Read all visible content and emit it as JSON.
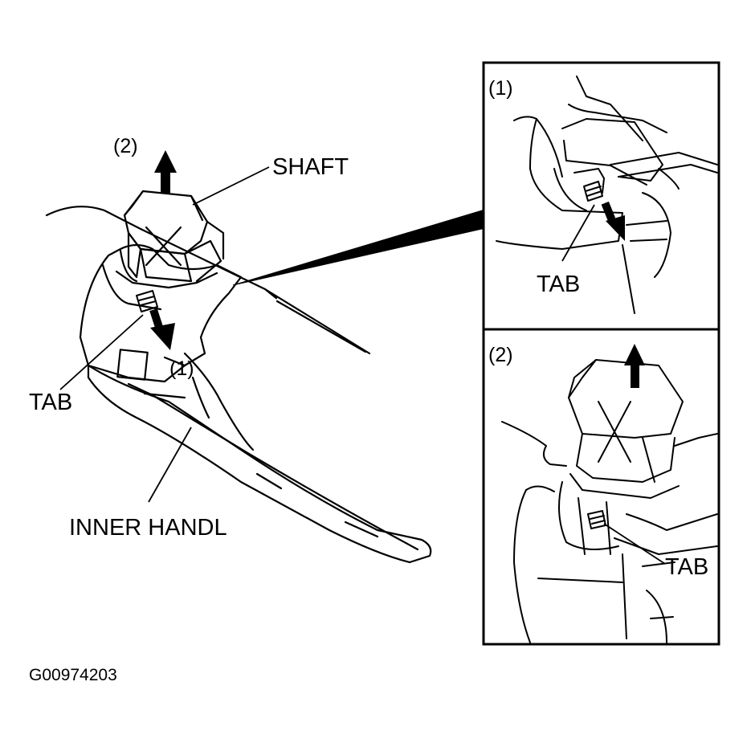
{
  "labels": {
    "shaft": "SHAFT",
    "tab_main": "TAB",
    "inner_handle": "INNER HANDL",
    "step1_main": "(1)",
    "step2_main": "(2)",
    "inset1_step": "(1)",
    "inset1_tab": "TAB",
    "inset2_step": "(2)",
    "inset2_tab": "TAB"
  },
  "figure_code": "G00974203",
  "colors": {
    "ink": "#000000",
    "paper": "#ffffff"
  },
  "icons": [
    "arrow-up-icon",
    "arrow-down-icon"
  ]
}
